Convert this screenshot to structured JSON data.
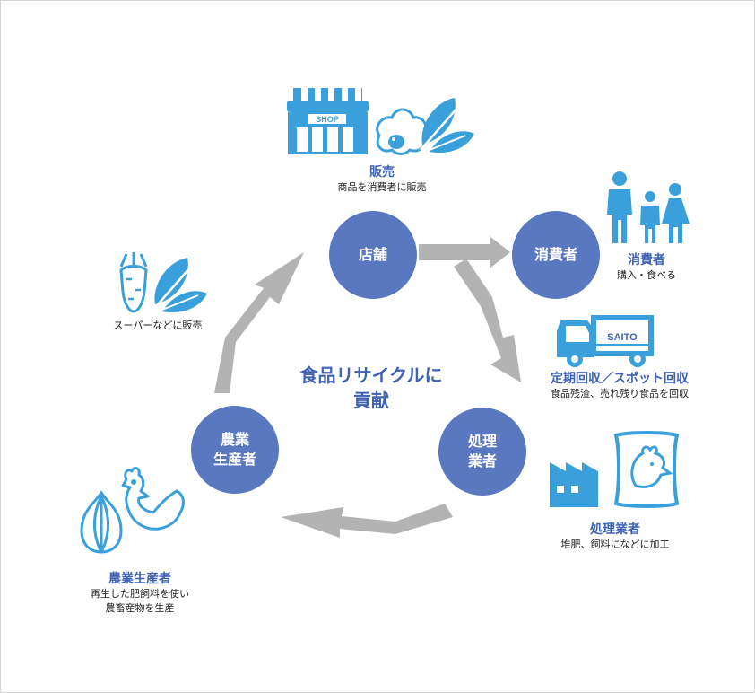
{
  "center_title": {
    "line1": "食品リサイクルに",
    "line2": "貢献"
  },
  "nodes": {
    "store": {
      "label": "店舗"
    },
    "consumer": {
      "label": "消費者"
    },
    "processor": {
      "line1": "処理",
      "line2": "業者"
    },
    "producer": {
      "line1": "農業",
      "line2": "生産者"
    }
  },
  "captions": {
    "sale": {
      "title": "販売",
      "subtitle": "商品を消費者に販売"
    },
    "consumer": {
      "title": "消費者",
      "subtitle": "購入・食べる"
    },
    "collection": {
      "title": "定期回収／スポット回収",
      "subtitle": "食品残渣、売れ残り食品を回収"
    },
    "processor": {
      "title": "処理業者",
      "subtitle": "堆肥、飼料になどに加工"
    },
    "producer": {
      "title": "農業生産者",
      "line1": "再生した肥飼料を使い",
      "line2": "農畜産物を生産"
    },
    "supermarket": {
      "text": "スーパーなどに販売"
    }
  },
  "icon_texts": {
    "shop_sign": "SHOP",
    "truck_logo": "SAITO"
  },
  "icons": [
    "shop-icon",
    "egg-icon",
    "spinach-icon",
    "family-icon",
    "truck-icon",
    "factory-icon",
    "feed-bag-icon",
    "chicken-icon",
    "onion-icon",
    "carrot-icon"
  ],
  "colors": {
    "node": "#5a78c0",
    "title_text": "#3f62b5",
    "icon": "#3aa0dc",
    "arrow": "#b3b3b3"
  }
}
